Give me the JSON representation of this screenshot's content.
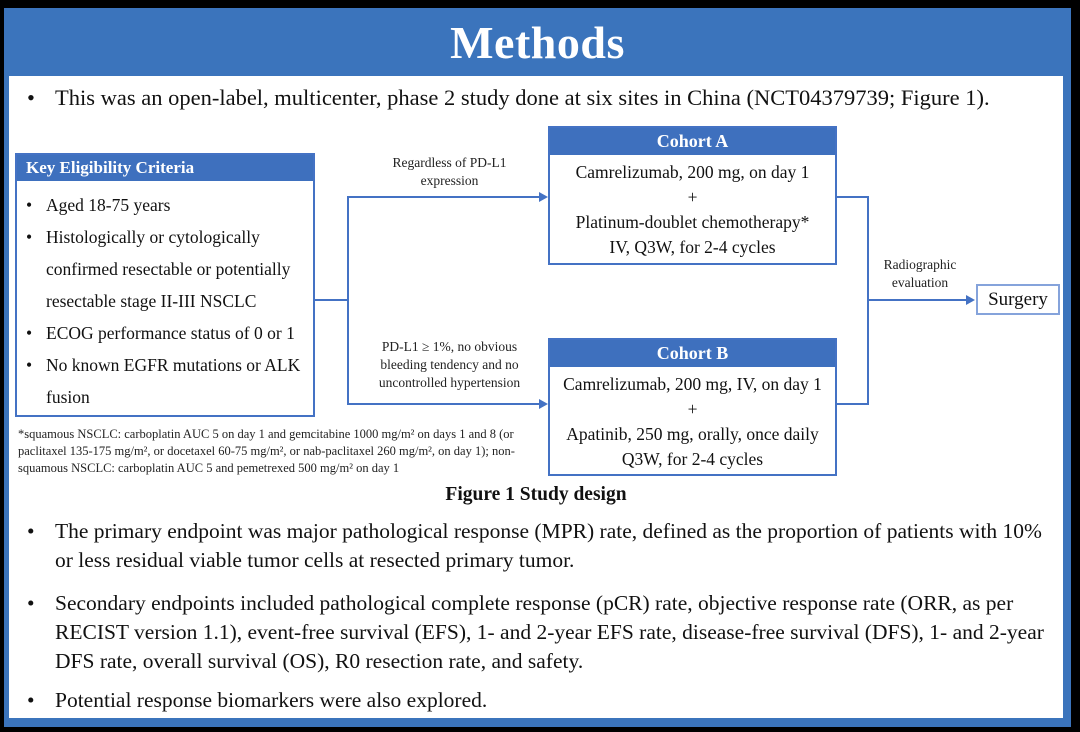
{
  "glyphs": {
    "bullet": "•"
  },
  "colors": {
    "frame_blue": "#3b74bc",
    "box_header_blue": "#3e70be",
    "box_border_blue": "#4472c4",
    "surgery_border_blue": "#85a3db",
    "background": "#ffffff",
    "outer_border": "#000000"
  },
  "slide": {
    "title": "Methods",
    "bullets": [
      "This was an open-label, multicenter, phase 2 study done at six sites in China (NCT04379739; Figure 1).",
      "The primary endpoint was major pathological response (MPR) rate, defined as the proportion of patients with 10% or less residual viable tumor cells at resected primary tumor.",
      "Secondary endpoints included pathological complete response (pCR) rate, objective response rate (ORR, as per RECIST version 1.1), event-free survival (EFS), 1- and 2-year EFS rate, disease-free survival (DFS), 1- and 2-year DFS rate, overall survival (OS), R0 resection rate, and safety.",
      "Potential response biomarkers were also explored."
    ]
  },
  "figure": {
    "caption": "Figure 1 Study design",
    "eligibility": {
      "header": "Key  Eligibility Criteria",
      "items": [
        "Aged 18-75 years",
        "Histologically or cytologically confirmed resectable or potentially resectable stage II-III NSCLC",
        "ECOG performance status of 0 or 1",
        "No known EGFR mutations or ALK fusion"
      ]
    },
    "branch_top": {
      "line1": "Regardless of PD-L1",
      "line2": "expression"
    },
    "branch_bottom": {
      "line1": "PD-L1 ≥ 1%, no obvious",
      "line2": "bleeding tendency and no",
      "line3": "uncontrolled hypertension"
    },
    "cohort_a": {
      "header": "Cohort A",
      "lines": [
        "Camrelizumab, 200 mg, on day 1",
        "+",
        "Platinum-doublet chemotherapy*",
        "IV, Q3W, for 2-4 cycles"
      ]
    },
    "cohort_b": {
      "header": "Cohort B",
      "lines": [
        "Camrelizumab, 200 mg, IV, on day 1",
        "+",
        "Apatinib, 250 mg, orally, once daily",
        "Q3W, for 2-4 cycles"
      ]
    },
    "evaluation": {
      "line1": "Radiographic",
      "line2": "evaluation"
    },
    "surgery_label": "Surgery",
    "footnote": "*squamous NSCLC: carboplatin AUC 5 on day 1 and gemcitabine 1000 mg/m² on days 1 and 8 (or paclitaxel 135-175 mg/m², or docetaxel 60-75 mg/m², or nab-paclitaxel 260 mg/m², on day 1); non-squamous NSCLC: carboplatin AUC 5 and pemetrexed 500 mg/m² on day 1"
  }
}
